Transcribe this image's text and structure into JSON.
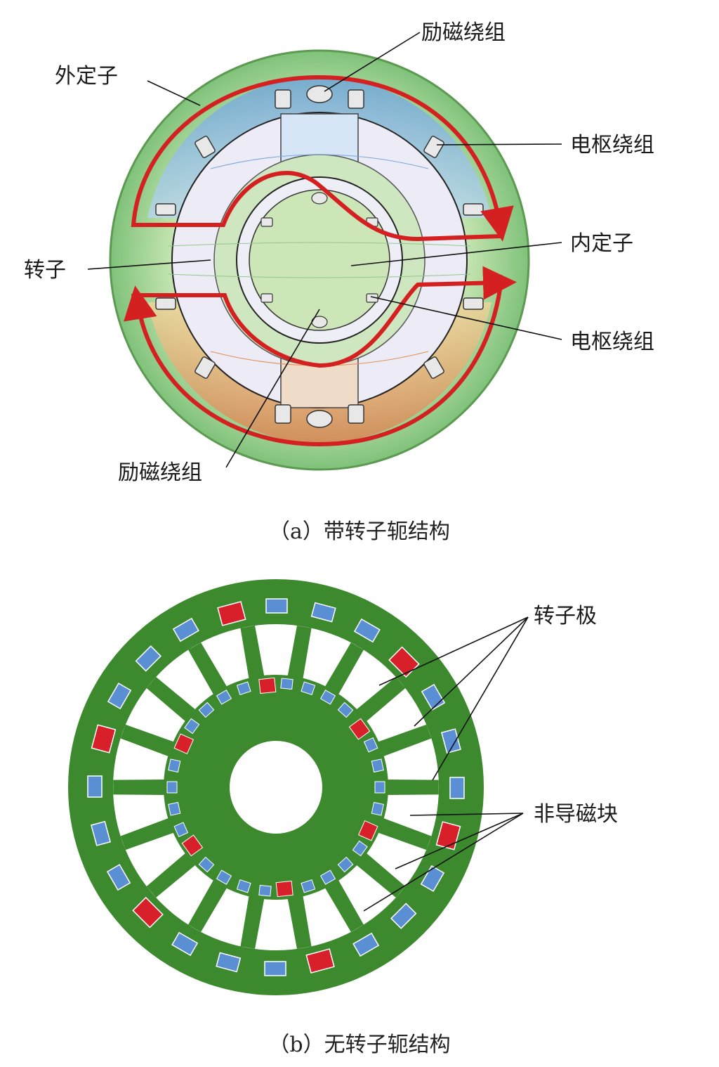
{
  "figure_a": {
    "labels": {
      "outer_stator": "外定子",
      "field_winding_top": "励磁绕组",
      "armature_winding_right_top": "电枢绕组",
      "inner_stator": "内定子",
      "rotor": "转子",
      "armature_winding_right_bottom": "电枢绕组",
      "field_winding_bottom": "励磁绕组"
    },
    "caption": "（a）带转子轭结构"
  },
  "figure_b": {
    "labels": {
      "rotor_pole": "转子极",
      "non_magnetic_block": "非导磁块"
    },
    "caption": "（b）无转子轭结构"
  },
  "colors": {
    "flux_path": "#d42020",
    "core_green": "#3d8a2e",
    "coil_blue": "#5a8fd4",
    "coil_red": "#d8202a",
    "field_light_green": "#c8e6b4"
  }
}
